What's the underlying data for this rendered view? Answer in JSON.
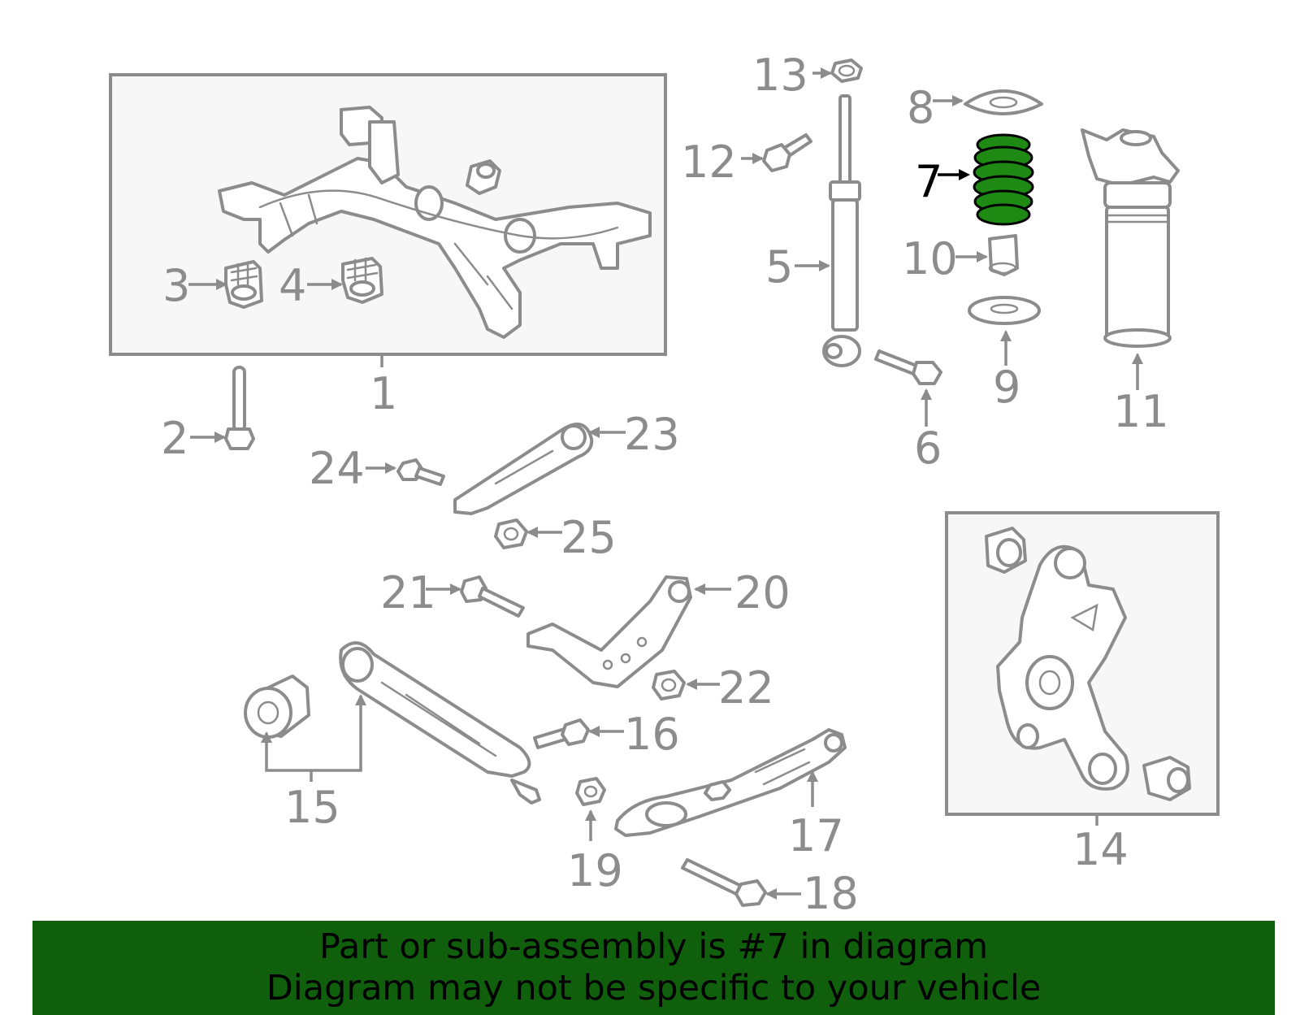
{
  "callouts": {
    "c1": "1",
    "c2": "2",
    "c3": "3",
    "c4": "4",
    "c5": "5",
    "c6": "6",
    "c7": "7",
    "c8": "8",
    "c9": "9",
    "c10": "10",
    "c11": "11",
    "c12": "12",
    "c13": "13",
    "c14": "14",
    "c15": "15",
    "c16": "16",
    "c17": "17",
    "c18": "18",
    "c19": "19",
    "c20": "20",
    "c21": "21",
    "c22": "22",
    "c23": "23",
    "c24": "24",
    "c25": "25"
  },
  "highlight": {
    "part": "7",
    "color": "#1e8a14"
  },
  "banner": {
    "line1": "Part or sub-assembly is #7 in diagram",
    "line2": "Diagram may not be specific to your vehicle",
    "background": "#0f5f0c"
  },
  "colors": {
    "linework": "#8c8c8c",
    "box_fill": "#f7f7f7",
    "highlight_label": "#000000"
  }
}
